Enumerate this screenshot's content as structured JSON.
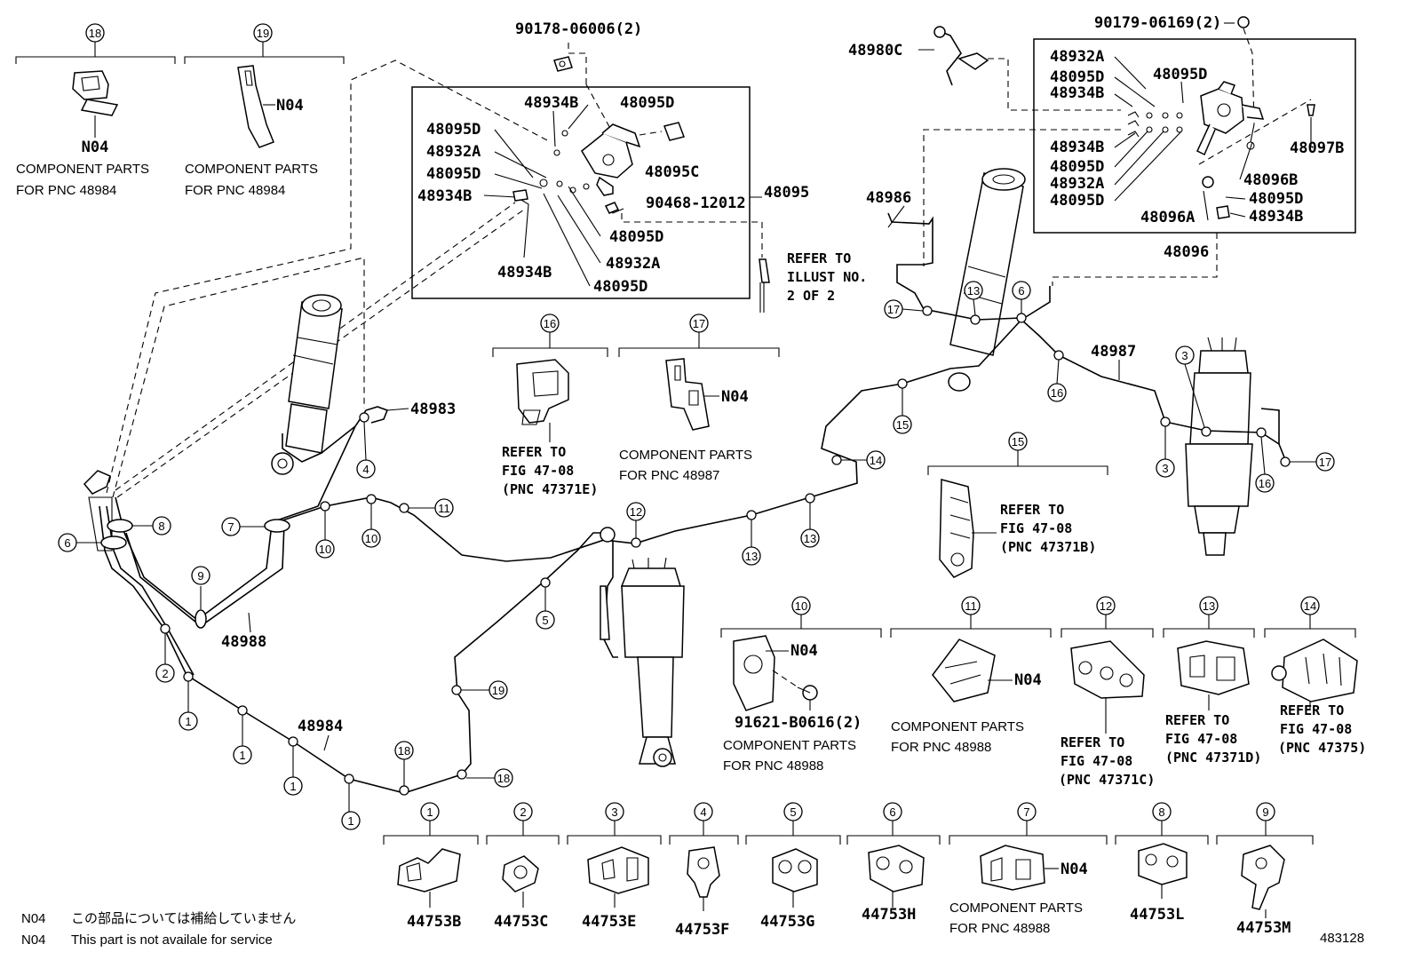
{
  "diagram_id": "483128",
  "footnotes": [
    {
      "code": "N04",
      "text": "この部品については補給していません"
    },
    {
      "code": "N04",
      "text": "This part is not availale for service"
    }
  ],
  "parts": {
    "p90178": "90178-06006(2)",
    "p48934B_1": "48934B",
    "p48095D_1": "48095D",
    "p48095D_2": "48095D",
    "p48932A_1": "48932A",
    "p48095C": "48095C",
    "p48095D_3": "48095D",
    "p48934B_2": "48934B",
    "p90468": "90468-12012",
    "p48095": "48095",
    "p48095D_4": "48095D",
    "p48932A_2": "48932A",
    "p48934B_3": "48934B",
    "p48095D_5": "48095D",
    "p48980C": "48980C",
    "p90179": "90179-06169(2)",
    "r48932A_1": "48932A",
    "r48095D_1": "48095D",
    "r48934B_1": "48934B",
    "r48095D_top": "48095D",
    "r48934B_2": "48934B",
    "r48095D_2": "48095D",
    "r48932A_2": "48932A",
    "r48095D_3": "48095D",
    "r48097B": "48097B",
    "r48096B": "48096B",
    "r48095D_4": "48095D",
    "r48096A": "48096A",
    "r48934B_3": "48934B",
    "r48096": "48096",
    "p48986": "48986",
    "p48987": "48987",
    "p48983": "48983",
    "p48988": "48988",
    "p48984": "48984",
    "p91621": "91621-B0616(2)"
  },
  "refer_illust": [
    "REFER TO",
    "ILLUST NO.",
    "2 OF 2"
  ],
  "groups": {
    "g18": {
      "num": "18",
      "n04": "N04",
      "lines": [
        "COMPONENT PARTS",
        "FOR PNC 48984"
      ]
    },
    "g19": {
      "num": "19",
      "n04": "N04",
      "lines": [
        "COMPONENT PARTS",
        "FOR PNC 48984"
      ]
    },
    "g16": {
      "num": "16",
      "lines": [
        "REFER TO",
        "FIG 47-08",
        "(PNC 47371E)"
      ]
    },
    "g17": {
      "num": "17",
      "n04": "N04",
      "lines": [
        "COMPONENT PARTS",
        "FOR PNC 48987"
      ]
    },
    "g15": {
      "num": "15",
      "lines": [
        "REFER TO",
        "FIG 47-08",
        "(PNC 47371B)"
      ]
    },
    "g10": {
      "num": "10",
      "n04": "N04",
      "lines": [
        "COMPONENT PARTS",
        "FOR PNC 48988"
      ]
    },
    "g11": {
      "num": "11",
      "n04": "N04",
      "lines": [
        "COMPONENT PARTS",
        "FOR PNC 48988"
      ]
    },
    "g12": {
      "num": "12",
      "lines": [
        "REFER TO",
        "FIG 47-08",
        "(PNC 47371C)"
      ]
    },
    "g13": {
      "num": "13",
      "lines": [
        "REFER TO",
        "FIG 47-08",
        "(PNC 47371D)"
      ]
    },
    "g14": {
      "num": "14",
      "lines": [
        "REFER TO",
        "FIG 47-08",
        "(PNC 47375)"
      ]
    }
  },
  "clamps": [
    {
      "num": "1",
      "part": "44753B"
    },
    {
      "num": "2",
      "part": "44753C"
    },
    {
      "num": "3",
      "part": "44753E"
    },
    {
      "num": "4",
      "part": "44753F"
    },
    {
      "num": "5",
      "part": "44753G"
    },
    {
      "num": "6",
      "part": "44753H"
    },
    {
      "num": "7",
      "part": "",
      "n04": "N04",
      "lines": [
        "COMPONENT PARTS",
        "FOR PNC 48988"
      ]
    },
    {
      "num": "8",
      "part": "44753L"
    },
    {
      "num": "9",
      "part": "44753M"
    }
  ],
  "callouts": {
    "c1a": "1",
    "c1b": "1",
    "c1c": "1",
    "c1d": "1",
    "c2": "2",
    "c3a": "3",
    "c3b": "3",
    "c4": "4",
    "c5": "5",
    "c6a": "6",
    "c6b": "6",
    "c7": "7",
    "c8": "8",
    "c9": "9",
    "c10a": "10",
    "c10b": "10",
    "c11": "11",
    "c12": "12",
    "c13a": "13",
    "c13b": "13",
    "c13c": "13",
    "c14": "14",
    "c15": "15",
    "c16a": "16",
    "c16b": "16",
    "c17a": "17",
    "c17b": "17",
    "c18a": "18",
    "c18b": "18",
    "c19": "19"
  }
}
